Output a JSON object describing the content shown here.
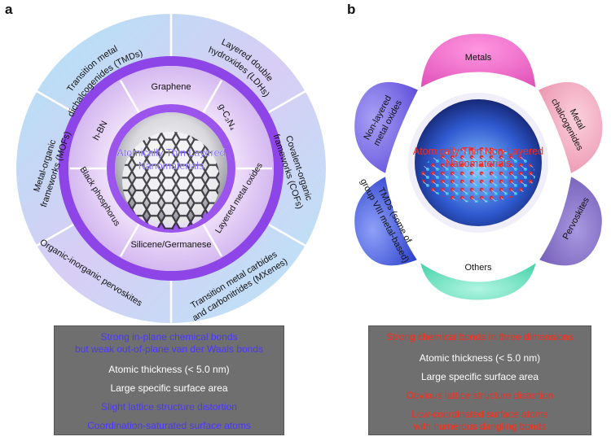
{
  "panel_a": {
    "letter": "a",
    "center_lines": [
      "Atomically Thin Layered",
      "Nanomaterials"
    ],
    "inner_ring": {
      "graphene": "Graphene",
      "g_c3n4": "g-C₃N₄",
      "layered_metal_oxides": "Layered metal oxides",
      "silicene": "Silicene/Germanese",
      "black_phosphorus": "Black phosphorus",
      "h_bn": "h-BN"
    },
    "outer_ring": {
      "tmds": [
        "Transition metal",
        "dichalcogenides (TMDs)"
      ],
      "ldhs": [
        "Layered double",
        "hydroxides (LDHs)"
      ],
      "cofs": [
        "Covalent-organic",
        "frameworks (COFs)"
      ],
      "mxenes": [
        "Transition metal carbides",
        "and carbonitrides (MXenes)"
      ],
      "pervoskites": [
        "Organic-inorganic pervoskites"
      ],
      "mofs": [
        "Metal-organic",
        "frameworks (MOFs)"
      ]
    },
    "info_lines": [
      {
        "text": "Strong in-plane chemical bonds",
        "color": "blue"
      },
      {
        "text": "but weak out-of-plane van der Waals bonds",
        "color": "blue"
      },
      {
        "text": "Atomic thickness (< 5.0 nm)",
        "color": "white"
      },
      {
        "text": "Large specific surface area",
        "color": "white"
      },
      {
        "text": "Slight lattice structure distortion",
        "color": "blue"
      },
      {
        "text": "Coordination-saturated surface atoms",
        "color": "blue"
      }
    ]
  },
  "panel_b": {
    "letter": "b",
    "center_lines": [
      "Atomically Thin Non-Layered",
      "Nanomaterials"
    ],
    "petals": {
      "metals": [
        "Metals"
      ],
      "metal_chalcogenides": [
        "Metal",
        "chalcogenides"
      ],
      "pervoskites": [
        "Pervoskites"
      ],
      "others": [
        "Others"
      ],
      "tmds": [
        "TMDs (some of",
        "group VIII metal-based)"
      ],
      "metal_oxides": [
        "Non-layered",
        "metal oxides"
      ]
    },
    "info_lines": [
      {
        "text": "Strong chemical bonds in three dimensions",
        "color": "red"
      },
      {
        "text": "Atomic thickness (< 5.0 nm)",
        "color": "white"
      },
      {
        "text": "Large specific surface area",
        "color": "white"
      },
      {
        "text": "Obvious lattice structure distortion",
        "color": "red"
      },
      {
        "text": "Low-coordinated surface atoms",
        "color": "red"
      },
      {
        "text": "with numerous dangling bonds",
        "color": "red"
      }
    ]
  },
  "colors": {
    "blue_text": "#4a37ff",
    "red_text": "#ff2a1a",
    "box_gray": "#6f6f6f",
    "ring_purple": "#8e45e8",
    "petal_metals": "#f06ac8",
    "petal_chalcogenides": "#f3a3c0",
    "petal_pervoskites": "#8a72c8",
    "petal_others": "#7ee8c6",
    "petal_tmds": "#4a5ed8",
    "petal_oxides": "#6f62e0"
  }
}
